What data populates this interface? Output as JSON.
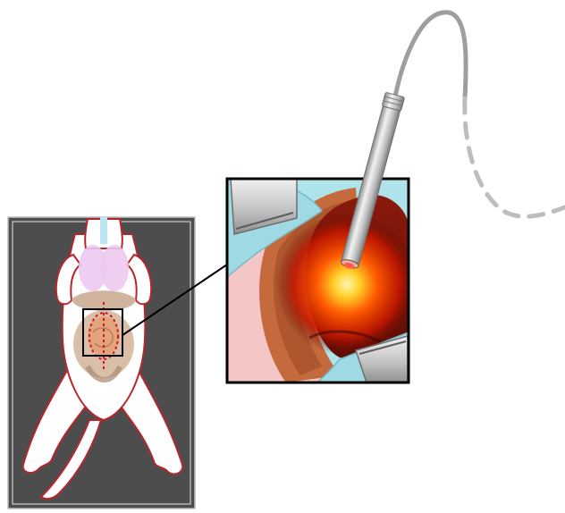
{
  "figure": {
    "panels": [
      {
        "id": "rodent-overview",
        "subject": "rat-ventral-view",
        "highlight": "abdominal-incision-region"
      },
      {
        "id": "magnified-inset",
        "subject": "open-abdomen-with-probe"
      }
    ],
    "icons": [
      "rat-silhouette-icon",
      "zoom-box-icon",
      "retractor-icon",
      "light-probe-icon",
      "glow-spot-icon",
      "fiber-cable-icon"
    ],
    "colors": {
      "overview_background": "#4d4d4d",
      "body_outline": "#b8262b",
      "inset_background": "#aee3ea",
      "glow_center": "#fff2a0",
      "glow_mid": "#ff4400",
      "probe_metal": "#c9c9c9",
      "incision_marks": "#d9121b"
    }
  }
}
